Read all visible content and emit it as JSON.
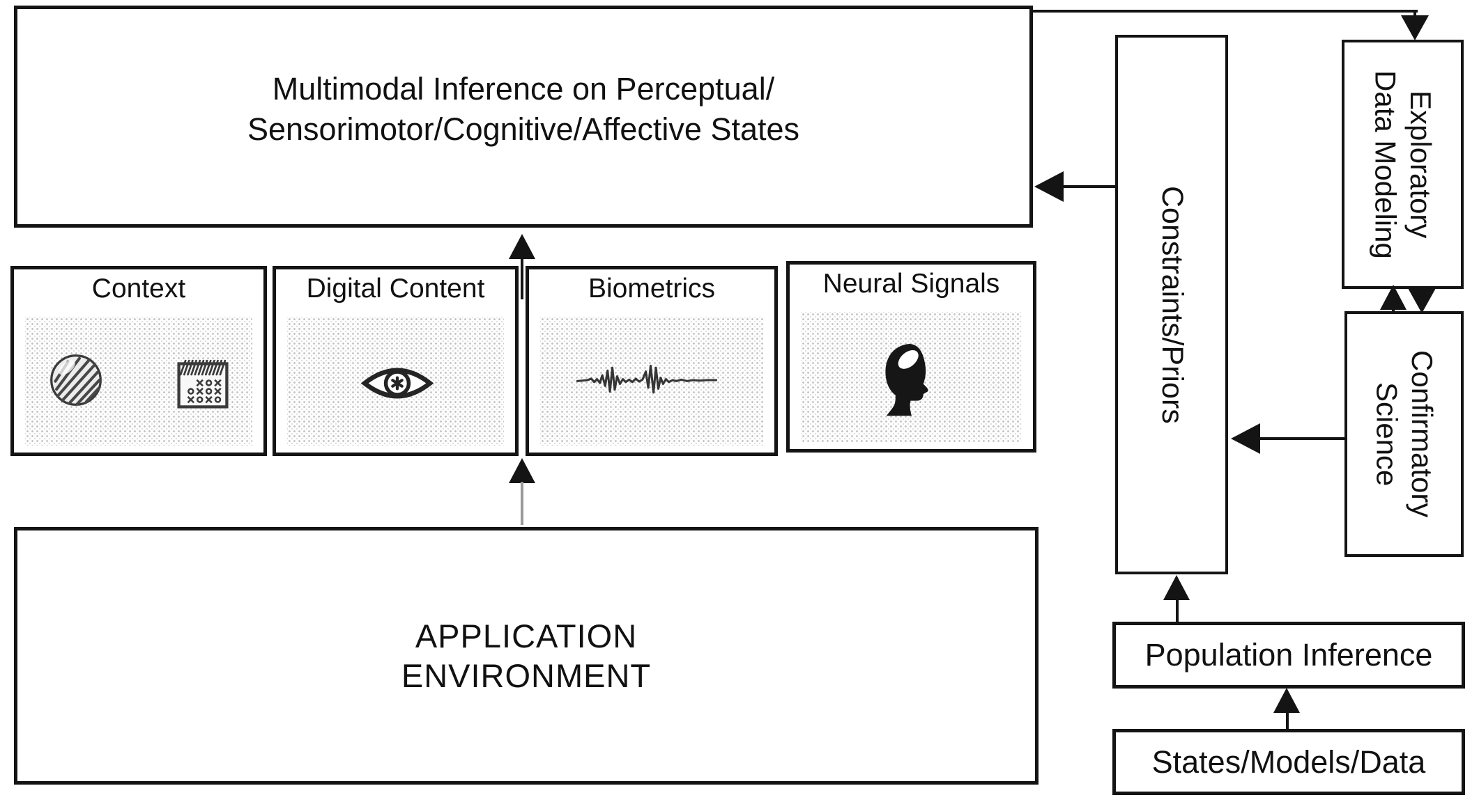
{
  "title": "Multimodal inference system block diagram",
  "colors": {
    "background": "#ffffff",
    "line": "#141414",
    "gray_arrow_tail": "#9a9a9a",
    "halftone_dot": "#c4c4c4"
  },
  "main": {
    "inference_box": {
      "line1": "Multimodal Inference on Perceptual/",
      "line2": "Sensorimotor/Cognitive/Affective States"
    },
    "modalities": [
      {
        "label": "Context",
        "icons": [
          "globe-icon",
          "calendar-icon"
        ]
      },
      {
        "label": "Digital Content",
        "icons": [
          "eye-icon"
        ]
      },
      {
        "label": "Biometrics",
        "icons": [
          "ecg-waveform-icon"
        ]
      },
      {
        "label": "Neural Signals",
        "icons": [
          "head-brain-icon"
        ]
      }
    ],
    "application_box": {
      "line1": "APPLICATION",
      "line2": "ENVIRONMENT"
    }
  },
  "right_column": {
    "constraints_box": {
      "label": "Constraints/Priors"
    },
    "exploratory_box": {
      "line1": "Exploratory",
      "line2": "Data Modeling"
    },
    "confirmatory_box": {
      "line1": "Confirmatory",
      "line2": "Science"
    },
    "population_box": {
      "label": "Population Inference"
    },
    "states_box": {
      "label": "States/Models/Data"
    }
  },
  "connections": [
    "application-environment -> sensing-modalities (gray-tail up arrow)",
    "sensing-modalities -> multimodal-inference (up arrow)",
    "multimodal-inference -> exploratory-data-modeling (top routed arrow, down head)",
    "exploratory-data-modeling <-> confirmatory-science (paired up/down arrows)",
    "confirmatory-science -> constraints-priors (left arrow)",
    "constraints-priors -> multimodal-inference (left arrow)",
    "states-models-data -> population-inference (up arrow)",
    "population-inference -> constraints-priors (up arrow)"
  ]
}
